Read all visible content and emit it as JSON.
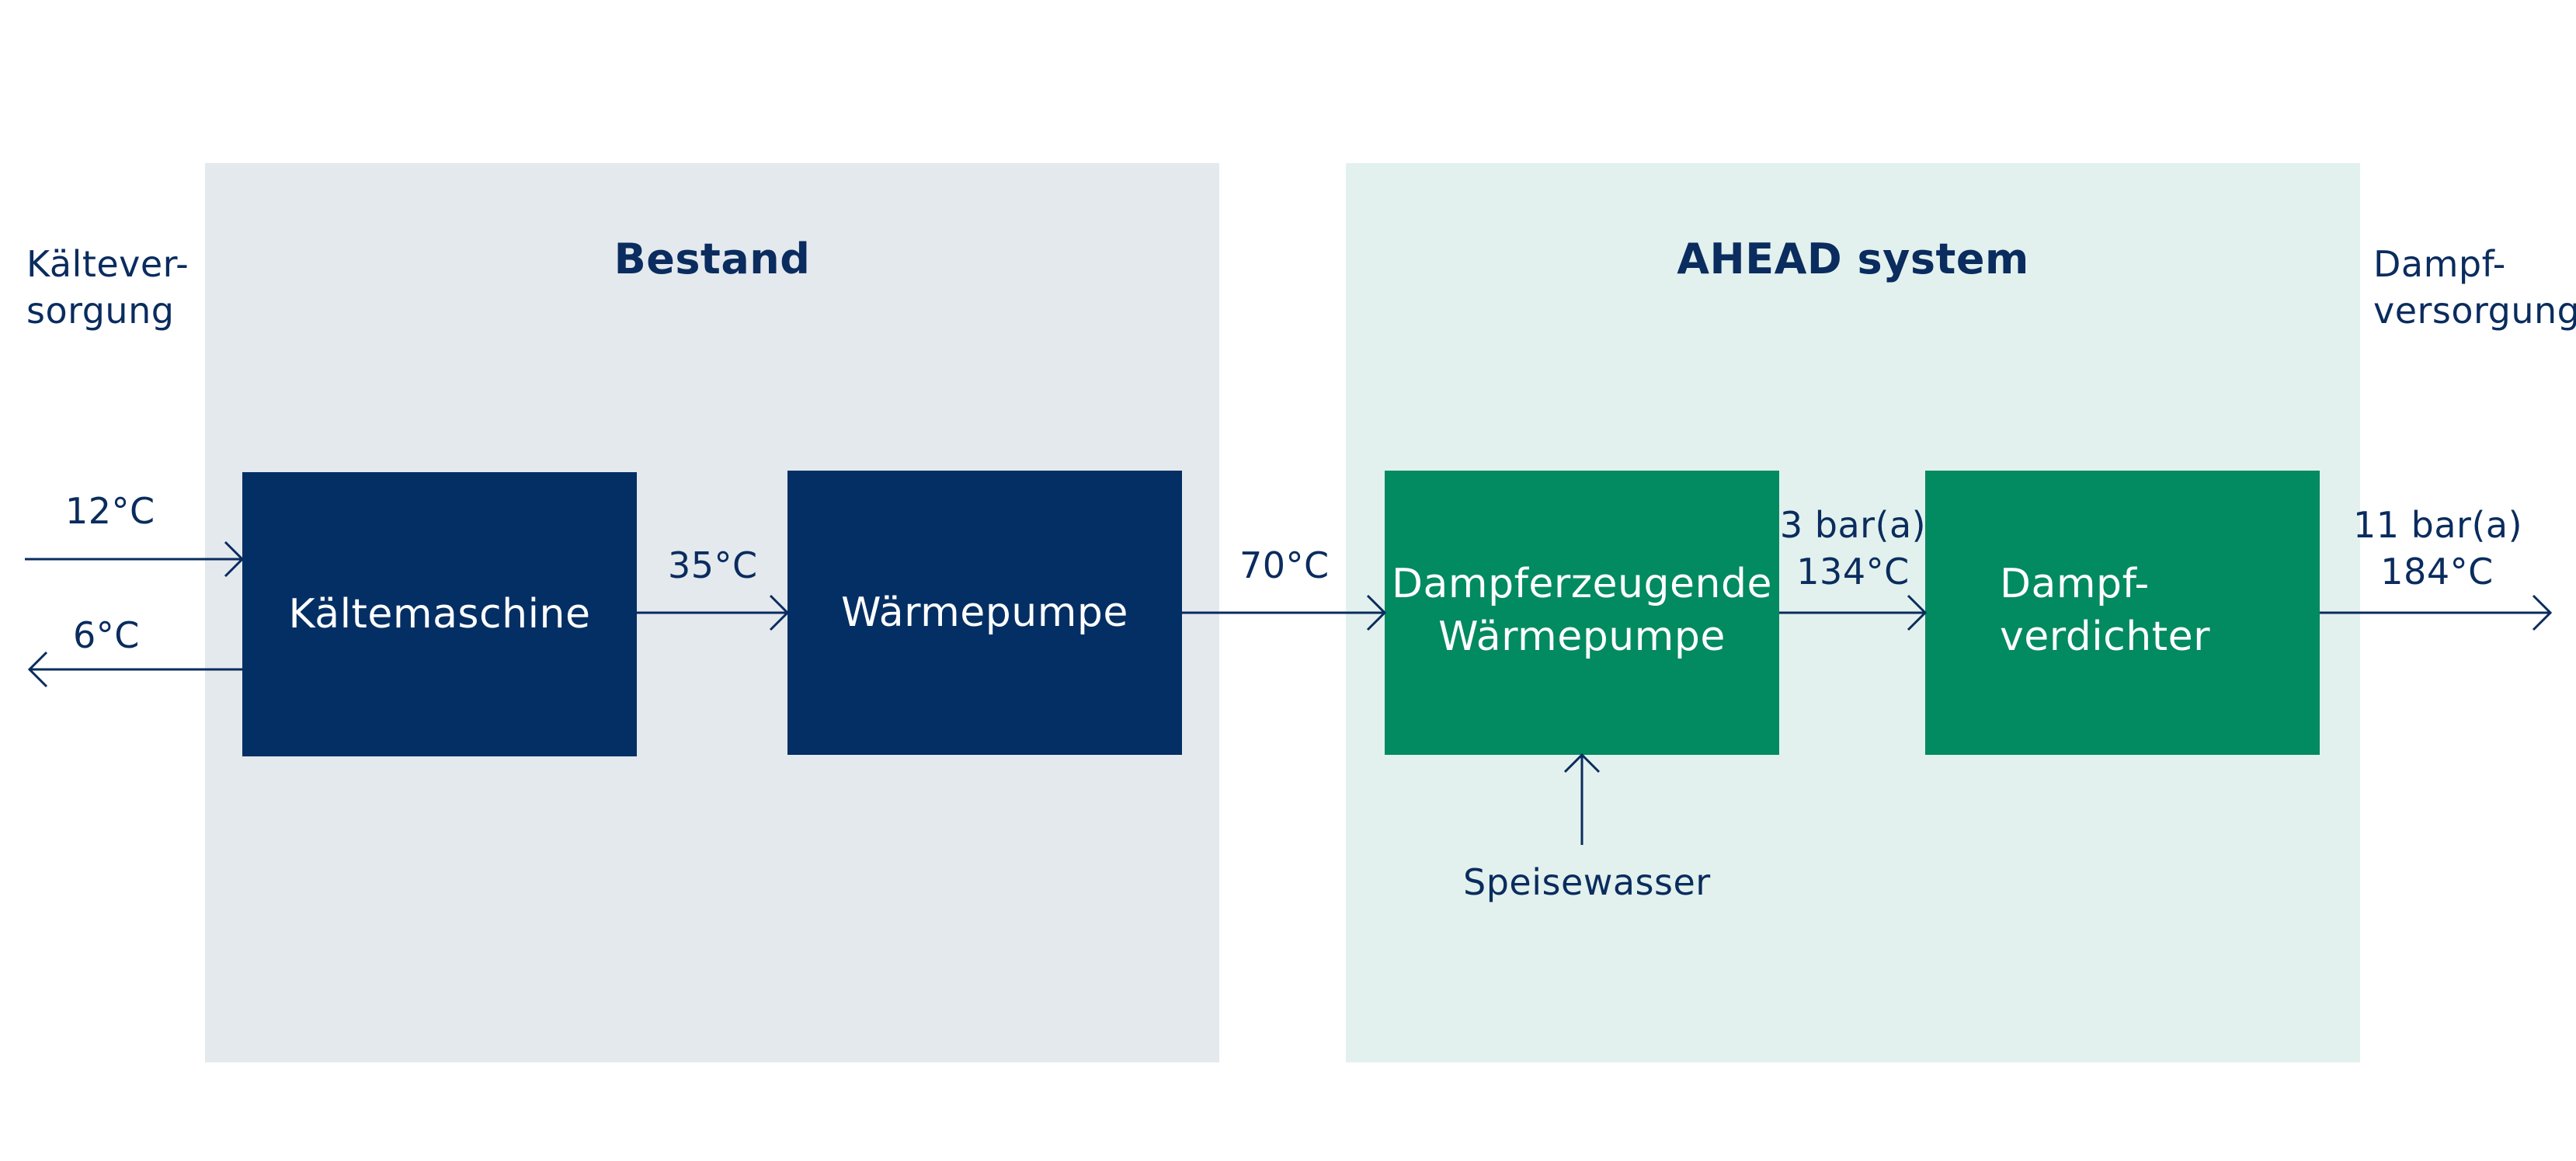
{
  "regions": {
    "bestand": {
      "title": "Bestand"
    },
    "ahead": {
      "title": "AHEAD system"
    }
  },
  "boxes": {
    "kaeltemaschine": "Kältemaschine",
    "waermepumpe": "Wärmepumpe",
    "dampferzeugende_line1": "Dampferzeugende",
    "dampferzeugende_line2": "Wärmepumpe",
    "dampfverdichter_line1": "Dampf-",
    "dampfverdichter_line2": "verdichter"
  },
  "labels": {
    "kaelteversorgung_line1": "Kältever-",
    "kaelteversorgung_line2": "sorgung",
    "dampfversorgung_line1": "Dampf-",
    "dampfversorgung_line2": "versorgung",
    "inlet_temp": "12°C",
    "return_temp": "6°C",
    "temp_35": "35°C",
    "temp_70": "70°C",
    "mid_pressure": "3 bar(a)",
    "mid_temp": "134°C",
    "out_pressure": "11 bar(a)",
    "out_temp": "184°C",
    "speisewasser": "Speisewasser"
  },
  "colors": {
    "navy": "#042f64",
    "green": "#028a61",
    "bestand_bg": "#e4e9ee",
    "ahead_bg": "#e2f1ed",
    "text": "#0a2c5e"
  }
}
